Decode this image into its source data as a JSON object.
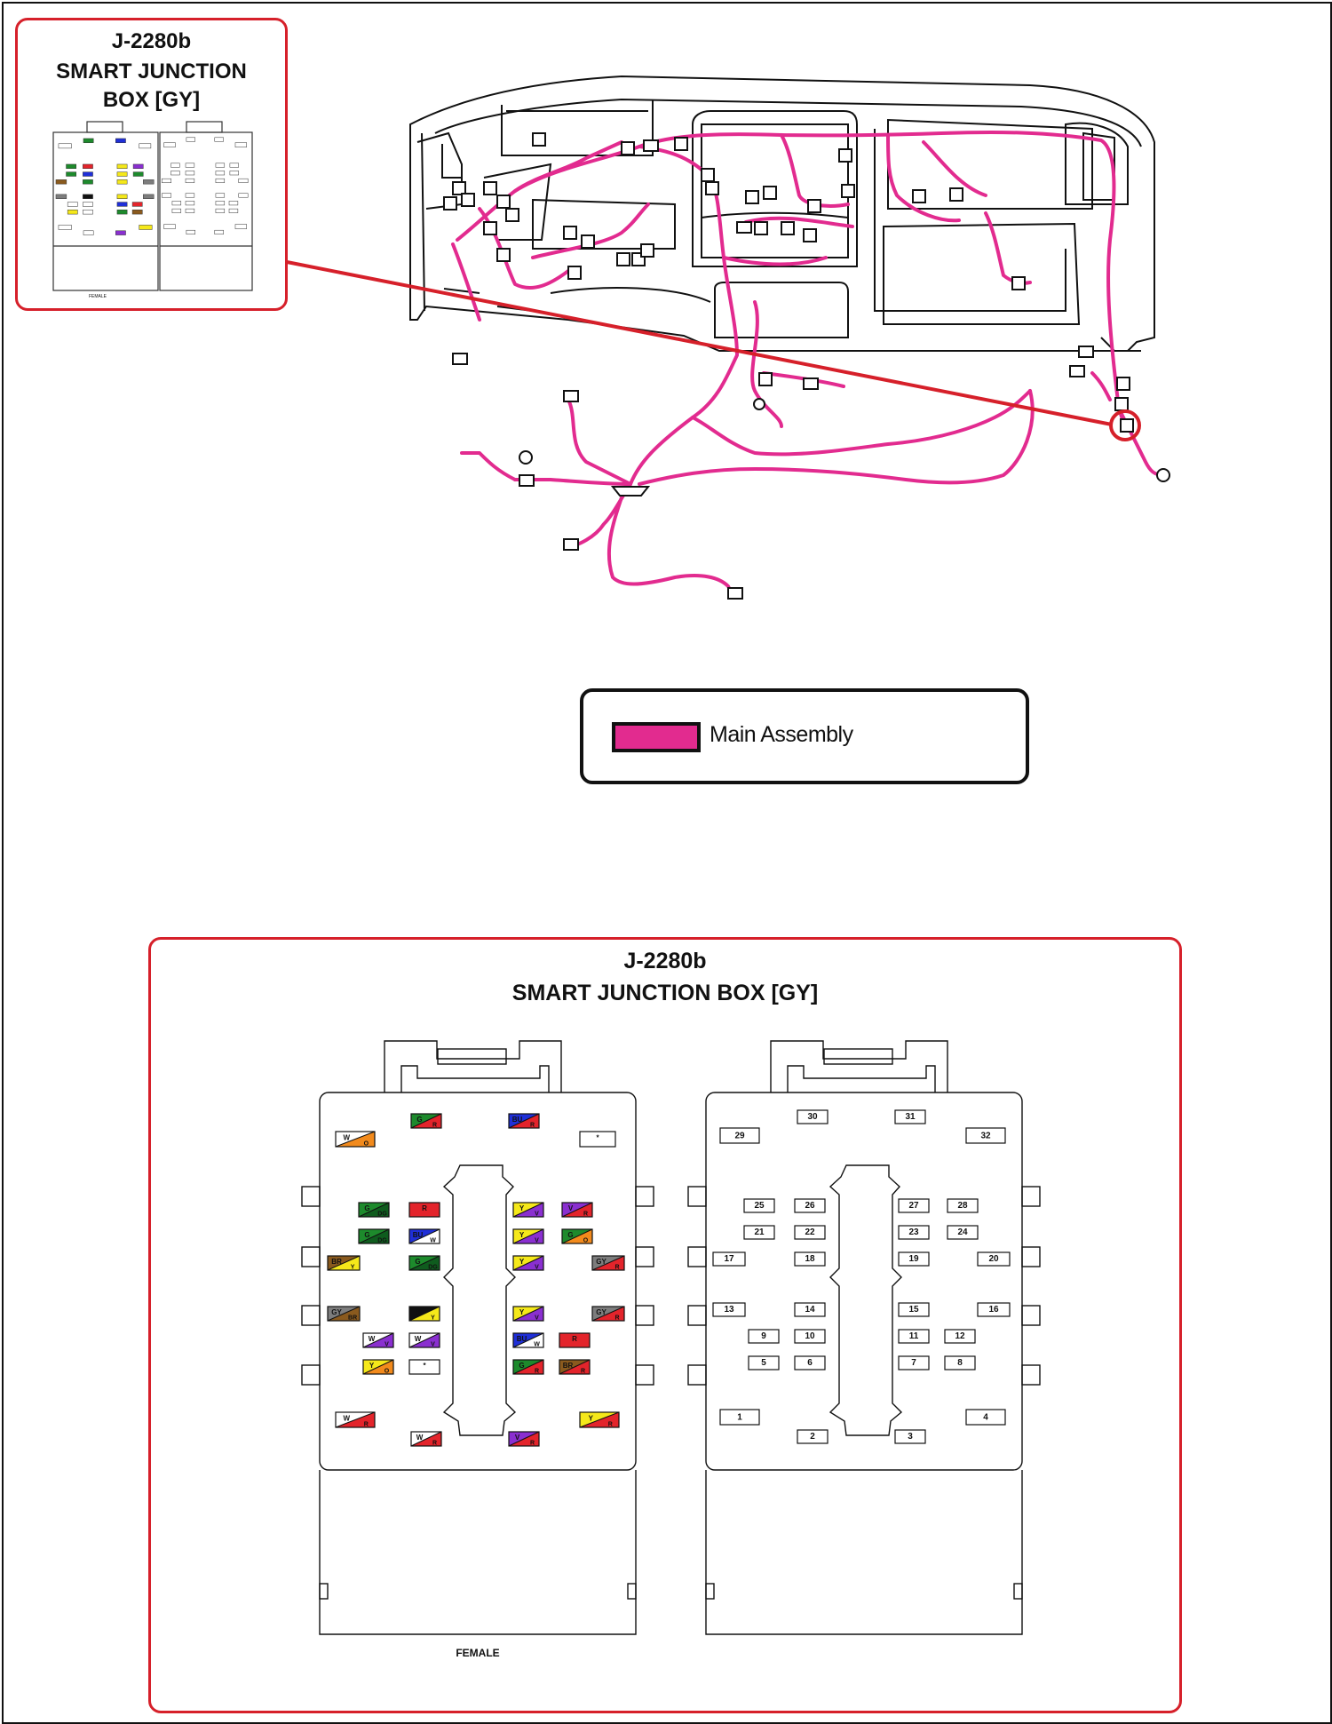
{
  "connector": {
    "id": "J-2280b",
    "name": "SMART JUNCTION BOX [GY]",
    "name_line1": "SMART JUNCTION",
    "name_line2": "BOX [GY]",
    "gender": "FEMALE"
  },
  "legend": {
    "label": "Main Assembly",
    "color": "#e22b8f"
  },
  "colors": {
    "callout": "#d6202a",
    "harness": "#e22b8f"
  },
  "wire_codes": {
    "W": "#ffffff",
    "O": "#f28a1c",
    "G": "#1d8a2c",
    "R": "#e3242b",
    "BU": "#1f2fd8",
    "Y": "#f5e81a",
    "V": "#8a2fd0",
    "GY": "#7d7d7d",
    "BR": "#8a5a1e",
    "DG": "#0f5c1e",
    "B": "#111111"
  },
  "left_face": {
    "cavities": [
      {
        "c1": "W",
        "c2": "O",
        "l1": "W",
        "l2": "O"
      },
      {
        "c1": "G",
        "c2": "R",
        "l1": "G",
        "l2": "R"
      },
      {
        "c1": "BU",
        "c2": "R",
        "l1": "BU",
        "l2": "R"
      },
      {
        "c1": "",
        "c2": "",
        "l1": "*",
        "l2": ""
      },
      {
        "c1": "G",
        "c2": "DG",
        "l1": "G",
        "l2": "DG"
      },
      {
        "c1": "R",
        "c2": "",
        "l1": "R",
        "l2": ""
      },
      {
        "c1": "Y",
        "c2": "V",
        "l1": "Y",
        "l2": "V"
      },
      {
        "c1": "V",
        "c2": "R",
        "l1": "V",
        "l2": "R"
      },
      {
        "c1": "G",
        "c2": "DG",
        "l1": "G",
        "l2": "DG"
      },
      {
        "c1": "BU",
        "c2": "W",
        "l1": "BU",
        "l2": "W"
      },
      {
        "c1": "Y",
        "c2": "V",
        "l1": "Y",
        "l2": "V"
      },
      {
        "c1": "G",
        "c2": "O",
        "l1": "G",
        "l2": "O"
      },
      {
        "c1": "BR",
        "c2": "Y",
        "l1": "BR",
        "l2": "Y"
      },
      {
        "c1": "G",
        "c2": "DG",
        "l1": "G",
        "l2": "DG"
      },
      {
        "c1": "Y",
        "c2": "V",
        "l1": "Y",
        "l2": "V"
      },
      {
        "c1": "GY",
        "c2": "R",
        "l1": "GY",
        "l2": "R"
      },
      {
        "c1": "GY",
        "c2": "BR",
        "l1": "GY",
        "l2": "BR"
      },
      {
        "c1": "B",
        "c2": "Y",
        "l1": "B",
        "l2": "Y"
      },
      {
        "c1": "Y",
        "c2": "V",
        "l1": "Y",
        "l2": "V"
      },
      {
        "c1": "GY",
        "c2": "R",
        "l1": "GY",
        "l2": "R"
      },
      {
        "c1": "W",
        "c2": "V",
        "l1": "W",
        "l2": "V"
      },
      {
        "c1": "W",
        "c2": "V",
        "l1": "W",
        "l2": "V"
      },
      {
        "c1": "BU",
        "c2": "W",
        "l1": "BU",
        "l2": "W"
      },
      {
        "c1": "R",
        "c2": "",
        "l1": "R",
        "l2": ""
      },
      {
        "c1": "Y",
        "c2": "O",
        "l1": "Y",
        "l2": "O"
      },
      {
        "c1": "",
        "c2": "",
        "l1": "*",
        "l2": ""
      },
      {
        "c1": "G",
        "c2": "R",
        "l1": "G",
        "l2": "R"
      },
      {
        "c1": "BR",
        "c2": "R",
        "l1": "BR",
        "l2": "R"
      },
      {
        "c1": "W",
        "c2": "R",
        "l1": "W",
        "l2": "R"
      },
      {
        "c1": "W",
        "c2": "R",
        "l1": "W",
        "l2": "R"
      },
      {
        "c1": "V",
        "c2": "R",
        "l1": "V",
        "l2": "R"
      },
      {
        "c1": "Y",
        "c2": "R",
        "l1": "Y",
        "l2": "R"
      }
    ]
  },
  "right_face": {
    "pins": [
      "29",
      "30",
      "31",
      "32",
      "25",
      "26",
      "27",
      "28",
      "21",
      "22",
      "23",
      "24",
      "17",
      "18",
      "19",
      "20",
      "13",
      "14",
      "15",
      "16",
      "9",
      "10",
      "11",
      "12",
      "5",
      "6",
      "7",
      "8",
      "1",
      "2",
      "3",
      "4"
    ]
  }
}
